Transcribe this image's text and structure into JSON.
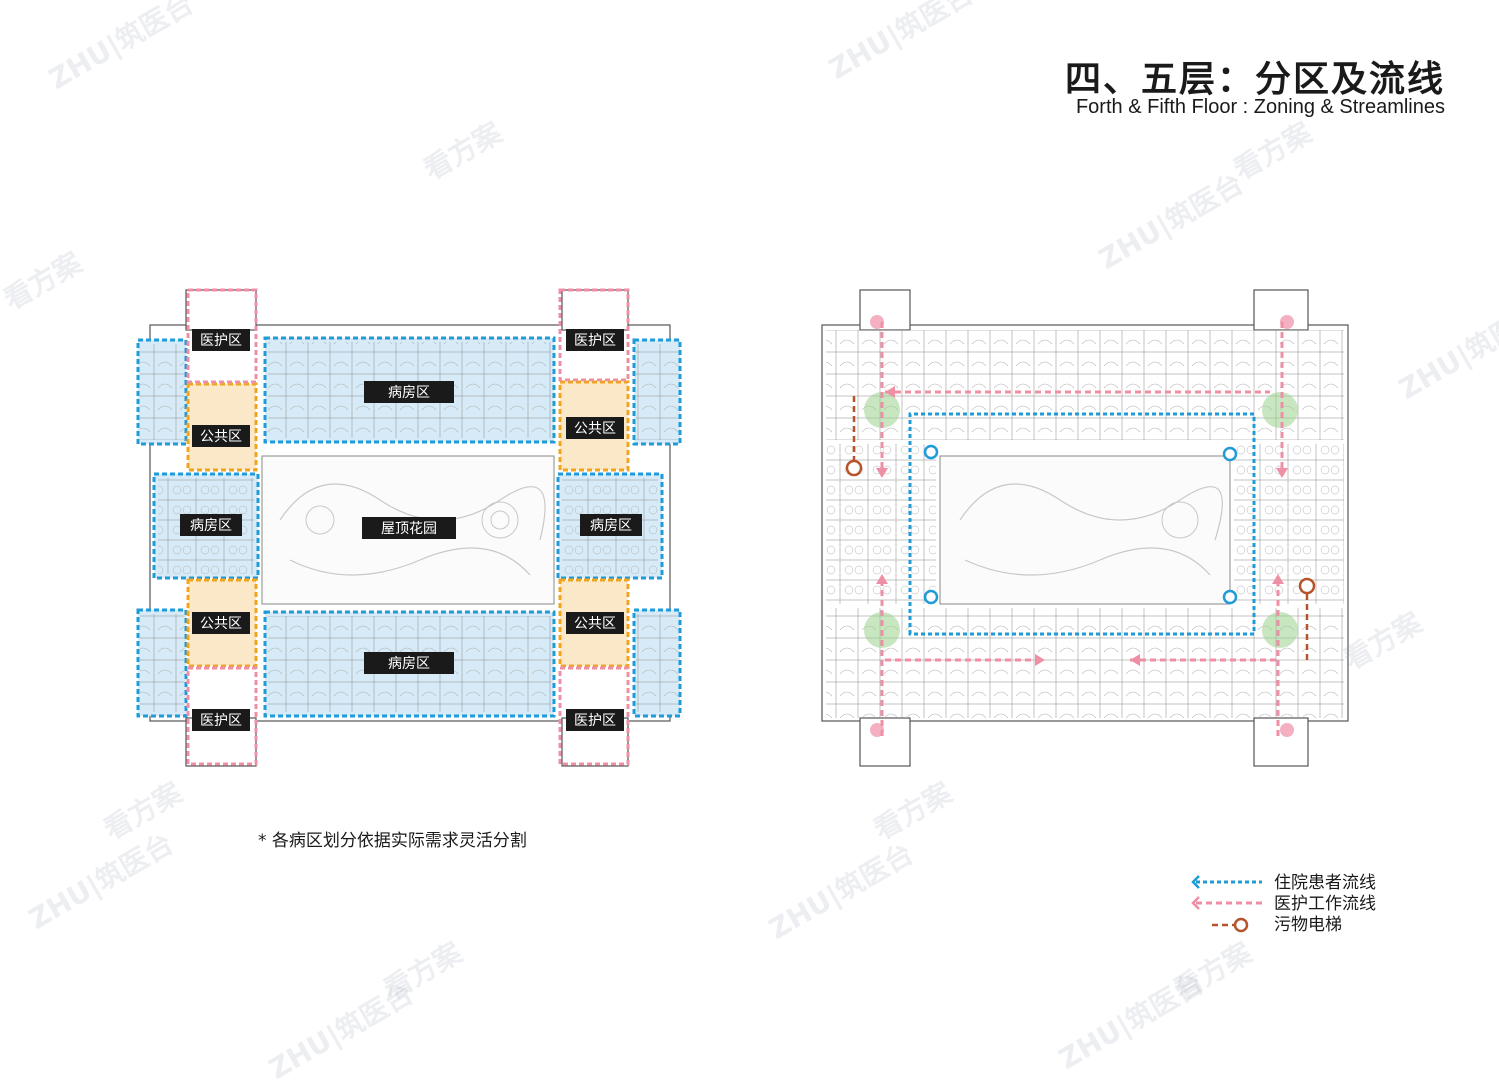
{
  "header": {
    "title": "四、五层：分区及流线",
    "subtitle": "Forth & Fifth Floor : Zoning & Streamlines"
  },
  "zones": {
    "medical_care": "医护区",
    "ward": "病房区",
    "public": "公共区",
    "roof_garden": "屋顶花园"
  },
  "note": "* 各病区划分依据实际需求灵活分割",
  "legend": {
    "patient_flow": "住院患者流线",
    "staff_flow": "医护工作流线",
    "dirty_elevator": "污物电梯"
  },
  "watermark": {
    "brand": "ZHU|筑医台",
    "sub": "看方案"
  },
  "colors": {
    "ward_blue": "#1f9bd7",
    "ward_fill": "#d6ebf7",
    "medical_pink": "#ef8fa6",
    "public_orange": "#f0a51d",
    "public_fill": "#fbe8c8",
    "label_bg": "#1a1a1a",
    "dirty_brown": "#b5542a",
    "node_green": "#9bd28c"
  }
}
